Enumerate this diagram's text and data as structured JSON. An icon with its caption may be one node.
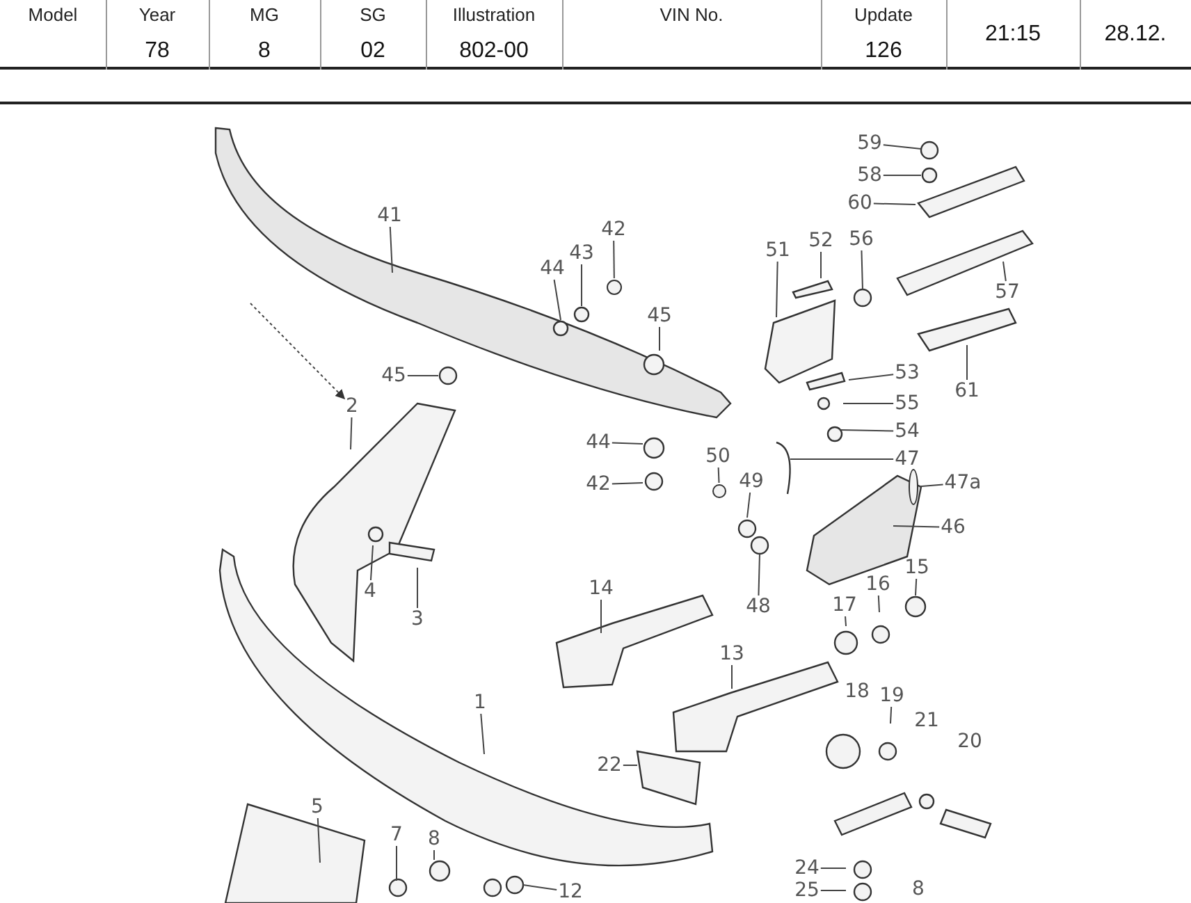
{
  "diagram": {
    "nodes": [
      {
        "text": [
          "59"
        ]
      },
      {
        "text": [
          "58"
        ]
      },
      {
        "text": [
          "60"
        ]
      },
      {
        "text": [
          "41"
        ]
      },
      {
        "text": [
          "42"
        ]
      },
      {
        "text": [
          "52"
        ]
      },
      {
        "text": [
          "56"
        ]
      },
      {
        "text": [
          "43"
        ]
      },
      {
        "text": [
          "51"
        ]
      },
      {
        "text": [
          "44"
        ]
      },
      {
        "text": [
          "57"
        ]
      },
      {
        "text": [
          "45"
        ]
      },
      {
        "text": [
          "53"
        ]
      },
      {
        "text": [
          "45"
        ]
      },
      {
        "text": [
          "61"
        ]
      },
      {
        "text": [
          "2"
        ]
      },
      {
        "text": [
          "55"
        ]
      },
      {
        "text": [
          "54"
        ]
      },
      {
        "text": [
          "44"
        ]
      },
      {
        "text": [
          "50"
        ]
      },
      {
        "text": [
          "47"
        ]
      },
      {
        "text": [
          "49"
        ]
      },
      {
        "text": [
          "47a"
        ]
      },
      {
        "text": [
          "42"
        ]
      },
      {
        "text": [
          "46"
        ]
      },
      {
        "text": [
          "15"
        ]
      },
      {
        "text": [
          "16"
        ]
      },
      {
        "text": [
          "14"
        ]
      },
      {
        "text": [
          "4"
        ]
      },
      {
        "text": [
          "17"
        ]
      },
      {
        "text": [
          "48"
        ]
      },
      {
        "text": [
          "3"
        ]
      },
      {
        "text": [
          "13"
        ]
      },
      {
        "text": [
          "19"
        ]
      },
      {
        "text": [
          "1"
        ]
      },
      {
        "text": [
          "22"
        ]
      },
      {
        "text": [
          "5"
        ]
      },
      {
        "text": [
          "7"
        ]
      },
      {
        "text": [
          "8"
        ]
      },
      {
        "text": [
          "24"
        ]
      },
      {
        "text": [
          "12"
        ]
      },
      {
        "text": [
          "25"
        ]
      },
      {
        "text": [],
        "shape": "circle"
      },
      {
        "text": [],
        "shape": "circle"
      },
      {
        "text": [],
        "shape": "ring"
      }
    ],
    "edges": [
      {
        "from": 0,
        "to": null,
        "arrow": "none"
      },
      {
        "from": 1,
        "to": null,
        "arrow": "none"
      },
      {
        "from": 2,
        "to": null,
        "arrow": "none"
      },
      {
        "from": 3,
        "to": null,
        "arrow": "none"
      },
      {
        "from": 4,
        "to": 42,
        "arrow": "none"
      },
      {
        "from": 5,
        "to": null,
        "arrow": "none"
      },
      {
        "from": 6,
        "to": null,
        "arrow": "none"
      },
      {
        "from": 7,
        "to": null,
        "arrow": "none"
      },
      {
        "from": 8,
        "to": null,
        "arrow": "none"
      },
      {
        "from": 9,
        "to": null,
        "arrow": "none"
      },
      {
        "from": 10,
        "to": null,
        "arrow": "none"
      },
      {
        "from": 11,
        "to": null,
        "arrow": "none"
      },
      {
        "from": 12,
        "to": null,
        "arrow": "none"
      },
      {
        "from": 13,
        "to": null,
        "arrow": "none"
      },
      {
        "from": 14,
        "to": null,
        "arrow": "none"
      },
      {
        "from": 15,
        "to": null,
        "arrow": "none"
      },
      {
        "from": 16,
        "to": null,
        "arrow": "none"
      },
      {
        "from": 17,
        "to": null,
        "arrow": "none"
      },
      {
        "from": 18,
        "to": null,
        "arrow": "none"
      },
      {
        "from": 19,
        "to": 43,
        "arrow": "none"
      },
      {
        "from": 20,
        "to": null,
        "arrow": "none"
      },
      {
        "from": 21,
        "to": null,
        "arrow": "none"
      },
      {
        "from": 22,
        "to": 44,
        "arrow": "none"
      },
      {
        "from": 23,
        "to": null,
        "arrow": "none"
      },
      {
        "from": 24,
        "to": null,
        "arrow": "none"
      },
      {
        "from": 25,
        "to": null,
        "arrow": "none"
      },
      {
        "from": 26,
        "to": null,
        "arrow": "none"
      },
      {
        "from": 27,
        "to": null,
        "arrow": "none"
      },
      {
        "from": 28,
        "to": null,
        "arrow": "none"
      },
      {
        "from": 29,
        "to": null,
        "arrow": "none"
      },
      {
        "from": 30,
        "to": null,
        "arrow": "none"
      },
      {
        "from": 31,
        "to": null,
        "arrow": "none"
      },
      {
        "from": 32,
        "to": null,
        "arrow": "none"
      },
      {
        "from": 33,
        "to": null,
        "arrow": "none"
      },
      {
        "from": 34,
        "to": null,
        "arrow": "none"
      },
      {
        "from": 35,
        "to": null,
        "arrow": "none"
      },
      {
        "from": 36,
        "to": null,
        "arrow": "none"
      },
      {
        "from": 37,
        "to": null,
        "arrow": "none"
      },
      {
        "from": 38,
        "to": null,
        "arrow": "none"
      },
      {
        "from": 39,
        "to": null,
        "arrow": "none"
      },
      {
        "from": 40,
        "to": null,
        "arrow": "none"
      },
      {
        "from": 41,
        "to": null,
        "arrow": "none"
      },
      {
        "from": null,
        "to": 15,
        "arrow": "to",
        "style": "dashed"
      }
    ],
    "labels": [
      "Model",
      "Year",
      "MG",
      "SG",
      "Illustration",
      "VIN No.",
      "Update",
      "78",
      "8",
      "02",
      "802-00",
      "126",
      "21:15",
      "28.12.",
      "18",
      "21",
      "20",
      "8"
    ]
  }
}
